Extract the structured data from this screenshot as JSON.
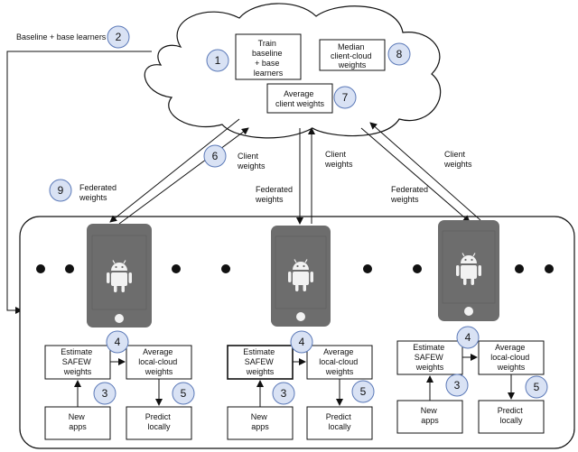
{
  "top_label": "Baseline + base learners",
  "cloud": {
    "train_lines": [
      "Train",
      "baseline",
      "+ base",
      "learners"
    ],
    "median_lines": [
      "Median",
      "client-cloud",
      "weights"
    ],
    "average_lines": [
      "Average",
      "client weights"
    ]
  },
  "links": {
    "client_weights": [
      "Client",
      "weights"
    ],
    "federated_weights": [
      "Federated",
      "weights"
    ]
  },
  "clients": [
    {
      "estimate_lines": [
        "Estimate",
        "SAFEW",
        "weights"
      ],
      "average_lines": [
        "Average",
        "local-cloud",
        "weights"
      ],
      "new_lines": [
        "New",
        "apps"
      ],
      "predict_lines": [
        "Predict",
        "locally"
      ]
    },
    {
      "estimate_lines": [
        "Estimate",
        "SAFEW",
        "weights"
      ],
      "average_lines": [
        "Average",
        "local-cloud",
        "weights"
      ],
      "new_lines": [
        "New",
        "apps"
      ],
      "predict_lines": [
        "Predict",
        "locally"
      ]
    },
    {
      "estimate_lines": [
        "Estimate",
        "SAFEW",
        "weights"
      ],
      "average_lines": [
        "Average",
        "local-cloud",
        "weights"
      ],
      "new_lines": [
        "New",
        "apps"
      ],
      "predict_lines": [
        "Predict",
        "locally"
      ]
    }
  ],
  "badges": {
    "b1": "1",
    "b2": "2",
    "b3": "3",
    "b4": "4",
    "b5": "5",
    "b6": "6",
    "b7": "7",
    "b8": "8",
    "b9": "9"
  },
  "colors": {
    "badge_fill": "#d9e2f4",
    "badge_stroke": "#5b79b8",
    "phone": "#6d6d6d"
  }
}
